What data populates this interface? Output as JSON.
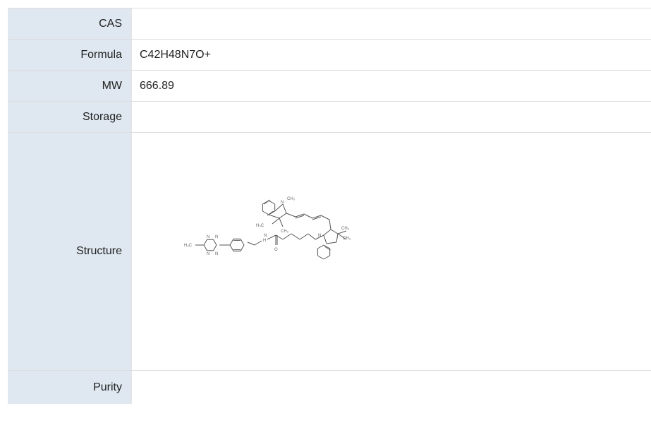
{
  "rows": [
    {
      "label": "CAS",
      "value": ""
    },
    {
      "label": "Formula",
      "value": "C42H48N7O+"
    },
    {
      "label": "MW",
      "value": "666.89"
    },
    {
      "label": "Storage",
      "value": ""
    },
    {
      "label": "Structure",
      "value": ""
    },
    {
      "label": "Purity",
      "value": ""
    }
  ],
  "structure": {
    "atom_labels": {
      "n_top": "N",
      "ch3_top": "CH₃",
      "h3c_left": "H₃C",
      "ch3_mid": "CH₃",
      "n_bottom": "N",
      "ch3_br1": "CH₃",
      "ch3_br2": "CH₃",
      "amide_n": "N",
      "amide_h": "H",
      "amide_o": "O",
      "tz_h3c": "H₃C",
      "tz_n1": "N",
      "tz_n2": "N",
      "tz_n3": "N",
      "tz_n4": "N"
    }
  }
}
